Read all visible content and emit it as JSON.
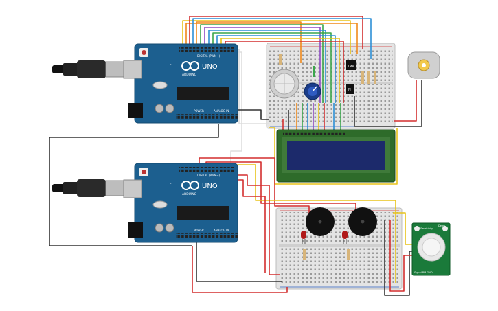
{
  "boards": {
    "top": {
      "brand": "ARDUINO",
      "model": "UNO",
      "digital": "DIGITAL (PWM~)",
      "power": "POWER",
      "analog": "ANALOG IN",
      "l_label": "L"
    },
    "bottom": {
      "brand": "ARDUINO",
      "model": "UNO",
      "digital": "DIGITAL (PWM~)",
      "power": "POWER",
      "analog": "ANALOG IN",
      "l_label": "L"
    }
  },
  "chips": {
    "temp_sensor": "TMP",
    "transistor": "N"
  },
  "pir": {
    "left_label": "Sensitivity",
    "right_label": "Delay",
    "bottom_label": "Signal  PIR  GND"
  },
  "colors": {
    "board": "#1c5f8f",
    "board_dark": "#154b72",
    "breadboard": "#e6e6e6",
    "lcd_frame": "#2e6b2a",
    "lcd_screen": "#1c2a6b",
    "pir_board": "#1a7a3a",
    "wire_red": "#d32f2f",
    "wire_black": "#333333",
    "wire_yellow": "#e8c31a",
    "wire_orange": "#f08a1c",
    "wire_green": "#3aa64b",
    "wire_blue": "#2d8fd6",
    "wire_purple": "#8e4bc4",
    "wire_white": "#dddddd"
  }
}
